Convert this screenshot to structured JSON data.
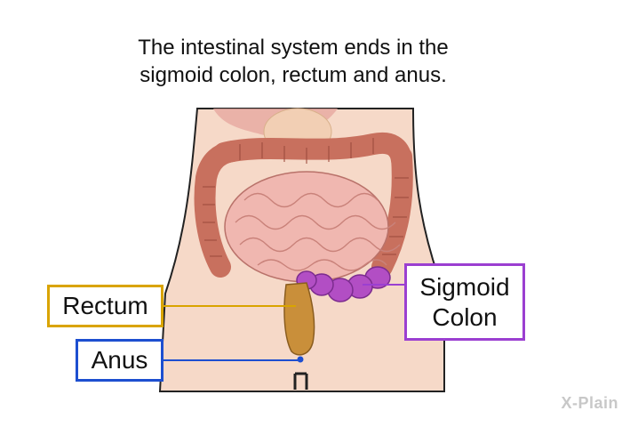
{
  "caption": {
    "line1": "The intestinal system ends in the",
    "line2": "sigmoid colon, rectum and anus."
  },
  "labels": {
    "rectum": "Rectum",
    "anus": "Anus",
    "sigmoid_line1": "Sigmoid",
    "sigmoid_line2": "Colon"
  },
  "colors": {
    "rectum": "#d9a400",
    "anus": "#1d4fd0",
    "sigmoid": "#9b3fd1",
    "skin": "#f6d9c8",
    "colon": "#c8705e",
    "small_intestine": "#f0b7b0"
  },
  "brand": "X-Plain"
}
